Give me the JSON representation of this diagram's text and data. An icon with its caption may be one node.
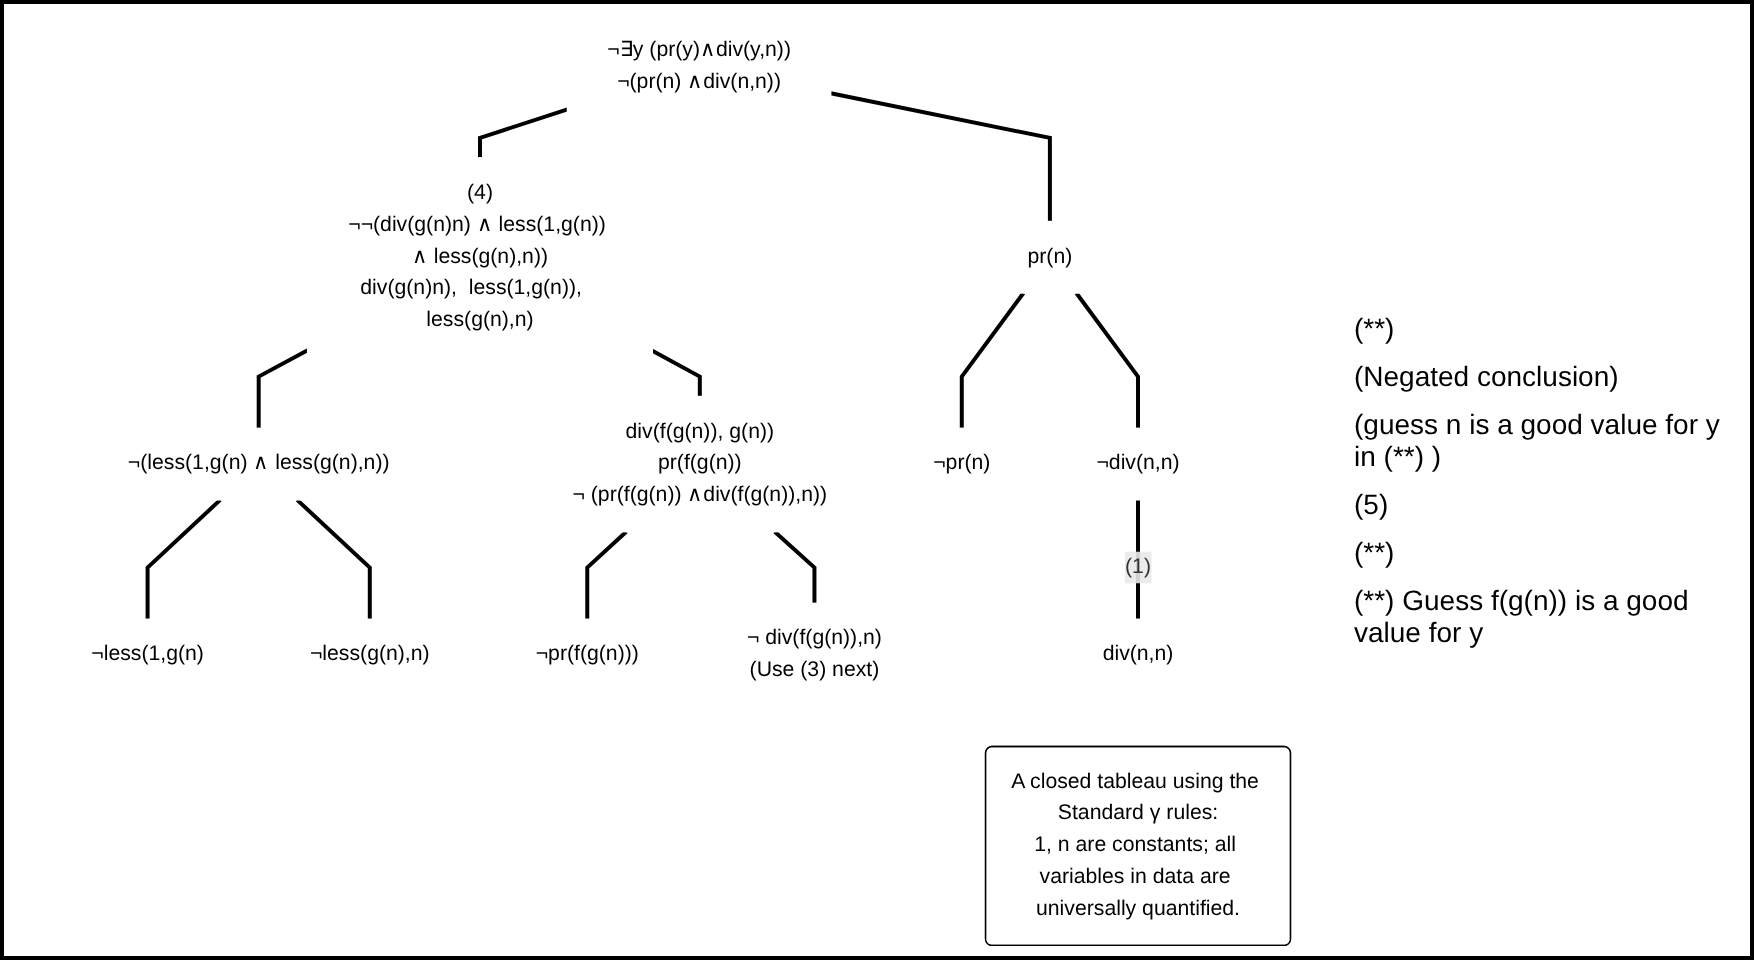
{
  "diagram": {
    "nodes": [
      {
        "text": [
          "¬∃y (pr(y)∧div(y,n))",
          "¬(pr(n) ∧div(n,n))"
        ]
      },
      {
        "text": [
          "(4)",
          "¬¬(div(g(n)n) ∧ less(1,g(n)) ∧ less(g(n),n))",
          "div(g(n)n),  less(1,g(n)),   less(g(n),n)"
        ]
      },
      {
        "text": [
          "pr(n)"
        ]
      },
      {
        "text": [
          "¬(less(1,g(n) ∧ less(g(n),n))"
        ]
      },
      {
        "text": [
          "div(f(g(n)), g(n))",
          "pr(f(g(n))",
          "¬ (pr(f(g(n)) ∧div(f(g(n)),n))"
        ]
      },
      {
        "text": [
          "¬pr(n)"
        ]
      },
      {
        "text": [
          "¬div(n,n)"
        ]
      },
      {
        "text": [
          "div(n,n)"
        ]
      },
      {
        "text": [
          "¬less(1,g(n)"
        ]
      },
      {
        "text": [
          "¬less(g(n),n)"
        ]
      },
      {
        "text": [
          "¬pr(f(g(n)))"
        ]
      },
      {
        "text": [
          "¬ div(f(g(n)),n)",
          "(Use (3) next)"
        ]
      },
      {
        "text": [
          "A closed tableau using the Standard γ rules:",
          "1, n are constants; all variables in data are universally quantified."
        ]
      }
    ],
    "edges": [
      {
        "from": 0,
        "to": 1,
        "arrow": "none"
      },
      {
        "from": 0,
        "to": 2,
        "arrow": "none"
      },
      {
        "from": 1,
        "to": 3,
        "arrow": "none"
      },
      {
        "from": 1,
        "to": 4,
        "arrow": "none"
      },
      {
        "from": 2,
        "to": 5,
        "arrow": "none"
      },
      {
        "from": 2,
        "to": 6,
        "arrow": "none"
      },
      {
        "from": 6,
        "to": 7,
        "arrow": "none",
        "label": "(1)"
      },
      {
        "from": 3,
        "to": 8,
        "arrow": "none"
      },
      {
        "from": 3,
        "to": 9,
        "arrow": "none"
      },
      {
        "from": 4,
        "to": 10,
        "arrow": "none"
      },
      {
        "from": 4,
        "to": 11,
        "arrow": "none"
      }
    ],
    "labels": [
      "(**)",
      "(Negated conclusion)",
      "(guess n is a good value for y in (**) )",
      "(5)",
      "(**)",
      "(**) Guess f(g(n)) is a good value for y"
    ]
  }
}
